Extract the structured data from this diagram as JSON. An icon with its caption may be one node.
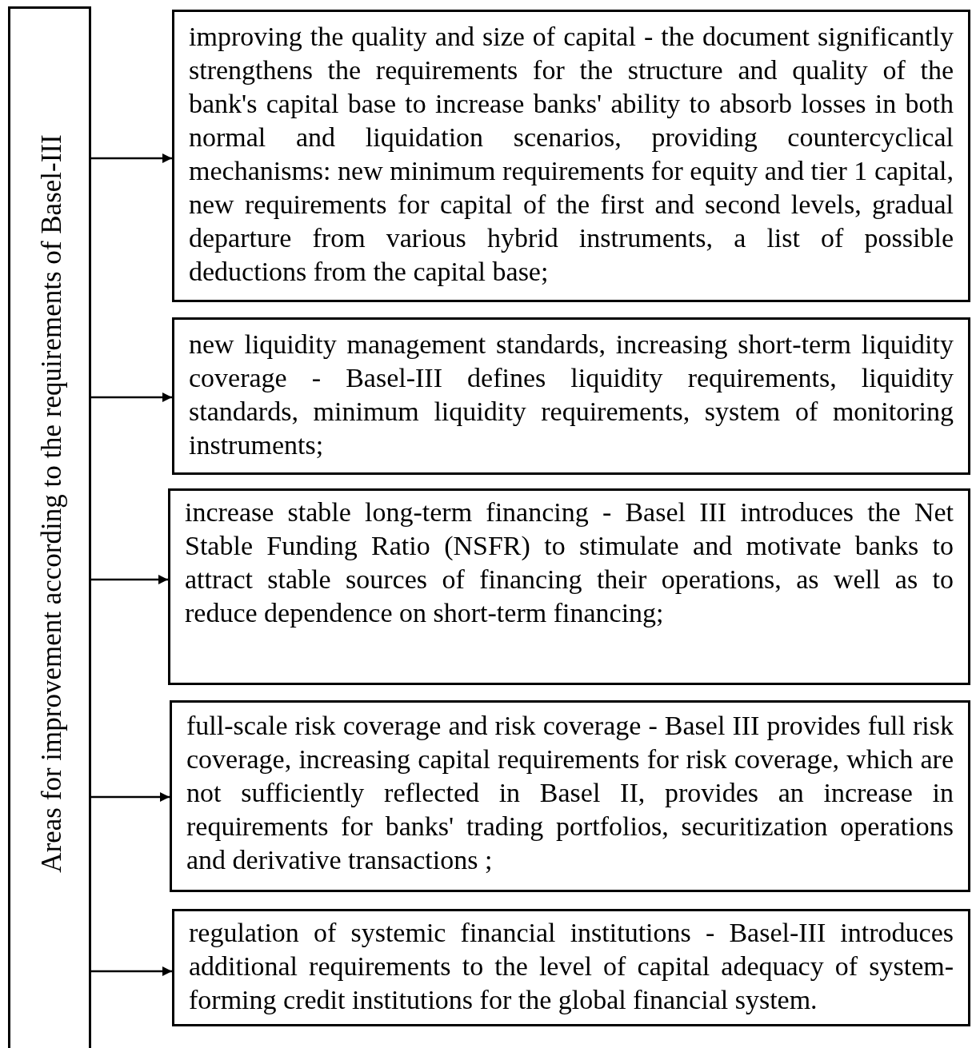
{
  "diagram": {
    "nodes": [
      {
        "text": [
          "Areas for improvement according to the requirements of Basel-III"
        ]
      },
      {
        "text": [
          "improving the quality and size of capital - the document significantly strengthens the requirements for the structure and quality of the bank's capital base to increase banks' ability to absorb losses in both normal and liquidation scenarios, providing countercyclical mechanisms: new minimum requirements for equity and tier 1 capital, new requirements for capital of the first and second levels, gradual departure from various hybrid instruments, a list of possible deductions from the capital base;"
        ]
      },
      {
        "text": [
          "new liquidity management standards, increasing short-term liquidity coverage - Basel-III defines liquidity requirements, liquidity standards, minimum liquidity requirements, system of monitoring instruments;"
        ]
      },
      {
        "text": [
          "increase stable long-term financing - Basel III introduces the Net Stable Funding Ratio (NSFR) to stimulate and motivate banks to attract stable sources of financing their operations, as well as to reduce dependence on short-term financing;"
        ]
      },
      {
        "text": [
          "full-scale risk coverage and risk coverage - Basel III provides full risk coverage, increasing capital requirements for risk coverage, which are not sufficiently reflected in Basel II, provides an increase in requirements for banks' trading portfolios, securitization operations and derivative transactions ;"
        ]
      },
      {
        "text": [
          "regulation of systemic financial institutions - Basel-III introduces additional requirements to the level of capital adequacy of system-forming credit institutions for the global financial system."
        ]
      }
    ],
    "edges": [
      {
        "from": 0,
        "to": 1,
        "arrow": "to"
      },
      {
        "from": 0,
        "to": 2,
        "arrow": "to"
      },
      {
        "from": 0,
        "to": 3,
        "arrow": "to"
      },
      {
        "from": 0,
        "to": 4,
        "arrow": "to"
      },
      {
        "from": 0,
        "to": 5,
        "arrow": "to"
      }
    ]
  }
}
